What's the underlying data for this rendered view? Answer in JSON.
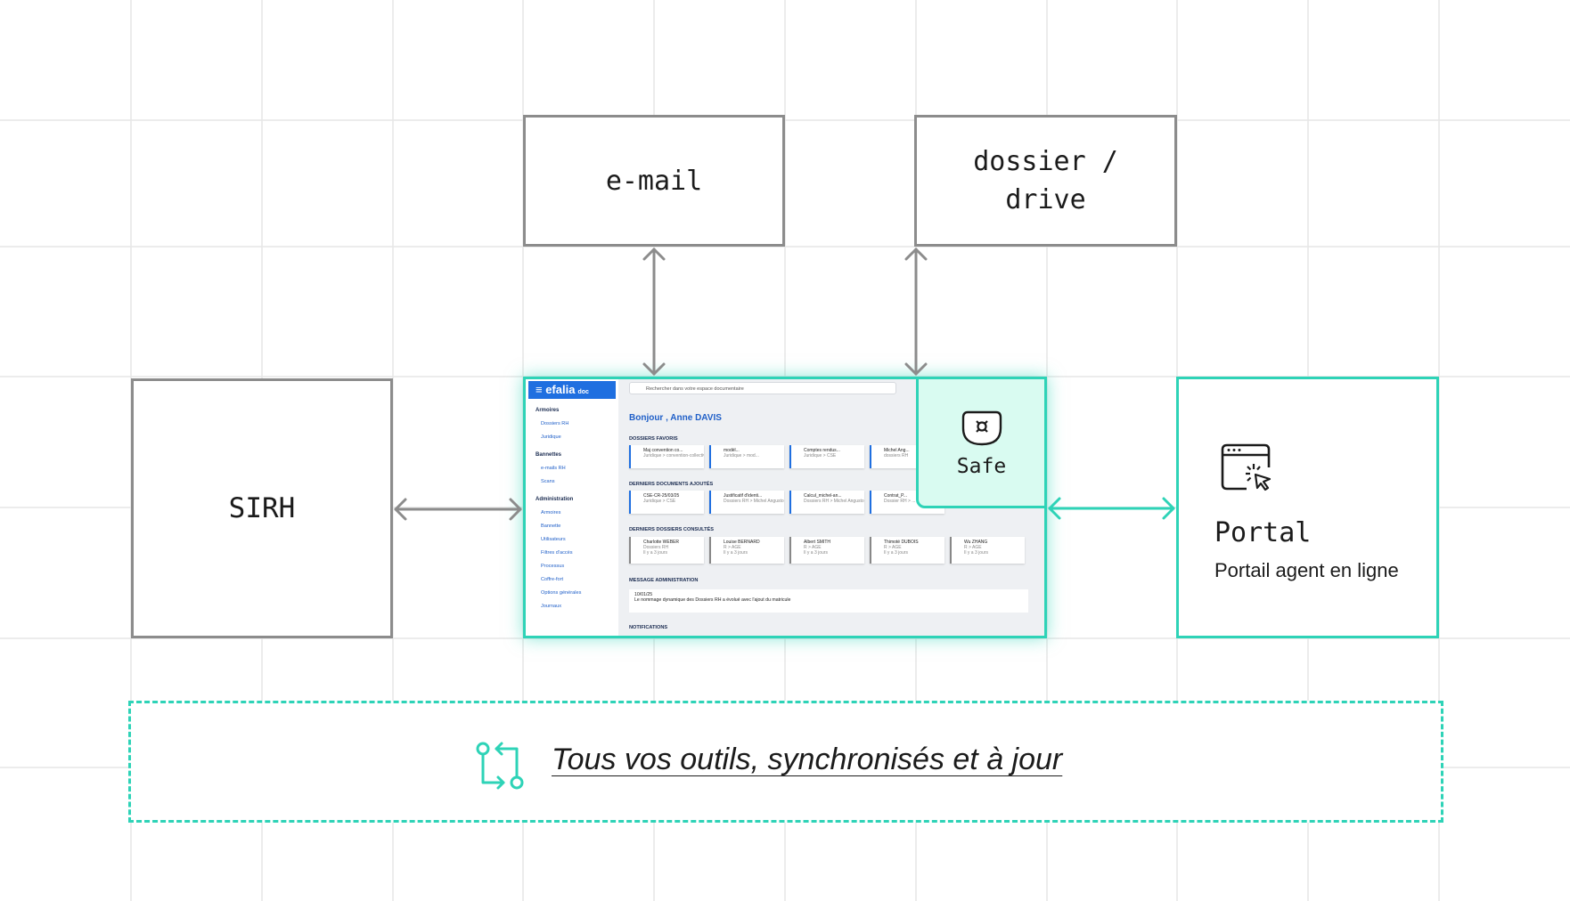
{
  "nodes": {
    "email": "e-mail",
    "drive_line1": "dossier /",
    "drive_line2": "drive",
    "sirh": "SIRH",
    "safe": "Safe",
    "portal_title": "Portal",
    "portal_subtitle": "Portail agent en ligne"
  },
  "app": {
    "logo": "efalia",
    "logo_suffix": "doc",
    "search_placeholder": "Rechercher dans votre espace documentaire",
    "greeting": "Bonjour , Anne DAVIS",
    "sidebar": [
      {
        "section": "Armoires",
        "items": [
          "Dossiers RH",
          "Juridique"
        ]
      },
      {
        "section": "Bannettes",
        "items": [
          "e-mails RH",
          "Scans"
        ]
      },
      {
        "section": "Administration",
        "items": [
          "Armoires",
          "Bannette",
          "Utilisateurs",
          "Filtres d'accès",
          "Processus",
          "Coffre-fort",
          "Options générales",
          "Journaux"
        ]
      }
    ],
    "sections": {
      "favoris": "DOSSIERS FAVORIS",
      "docs": "DERNIERS DOCUMENTS AJOUTÉS",
      "consultes": "DERNIERS DOSSIERS CONSULTÉS",
      "message": "MESSAGE ADMINISTRATION",
      "notifications": "NOTIFICATIONS"
    },
    "favoris": [
      {
        "title": "Maj convention co...",
        "sub": "Juridique > convention-collective"
      },
      {
        "title": "modèl...",
        "sub": "Juridique > mod..."
      },
      {
        "title": "Comptes rendus...",
        "sub": "Juridique > CSE"
      },
      {
        "title": "Michel Ang...",
        "sub": "dossiers RH"
      }
    ],
    "docs": [
      {
        "title": "CSE-CR-25/03/25",
        "sub": "Juridique > CSE"
      },
      {
        "title": "Justificatif d'identi...",
        "sub": "Dossiers RH > Michel Angusto"
      },
      {
        "title": "Calcul_michel-an...",
        "sub": "Dossiers RH > Michel Angusto"
      },
      {
        "title": "Contrat_P...",
        "sub": "Dossier RH > ..."
      }
    ],
    "consultes": [
      {
        "title": "Charlotte WEBER",
        "sub": "Dossiers RH",
        "time": "Il y a 3 jours"
      },
      {
        "title": "Louise BERNARD",
        "sub": "R > AGE",
        "time": "Il y a 3 jours"
      },
      {
        "title": "Albert SMITH",
        "sub": "R > AGE",
        "time": "Il y a 3 jours"
      },
      {
        "title": "Thimoté DUBOIS",
        "sub": "R > AGE",
        "time": "Il y a 3 jours"
      },
      {
        "title": "Wu ZHANG",
        "sub": "R > AGE",
        "time": "Il y a 3 jours"
      }
    ],
    "message_date": "10/01/25",
    "message_text": "Le nommage dynamique des Dossiers RH a évolué avec l'ajout du matricule"
  },
  "banner": {
    "text": "Tous vos outils, synchronisés et à jour"
  },
  "colors": {
    "accent": "#2ed3b7",
    "safe_fill": "#d9fbf1",
    "box_border": "#8c8c8c",
    "arrow": "#8c8c8c",
    "grid": "#e6e6e6",
    "brand_blue": "#1f6fe0"
  },
  "icons": {
    "safe": "vault-icon",
    "portal": "browser-cursor-icon",
    "banner": "git-sync-icon"
  }
}
